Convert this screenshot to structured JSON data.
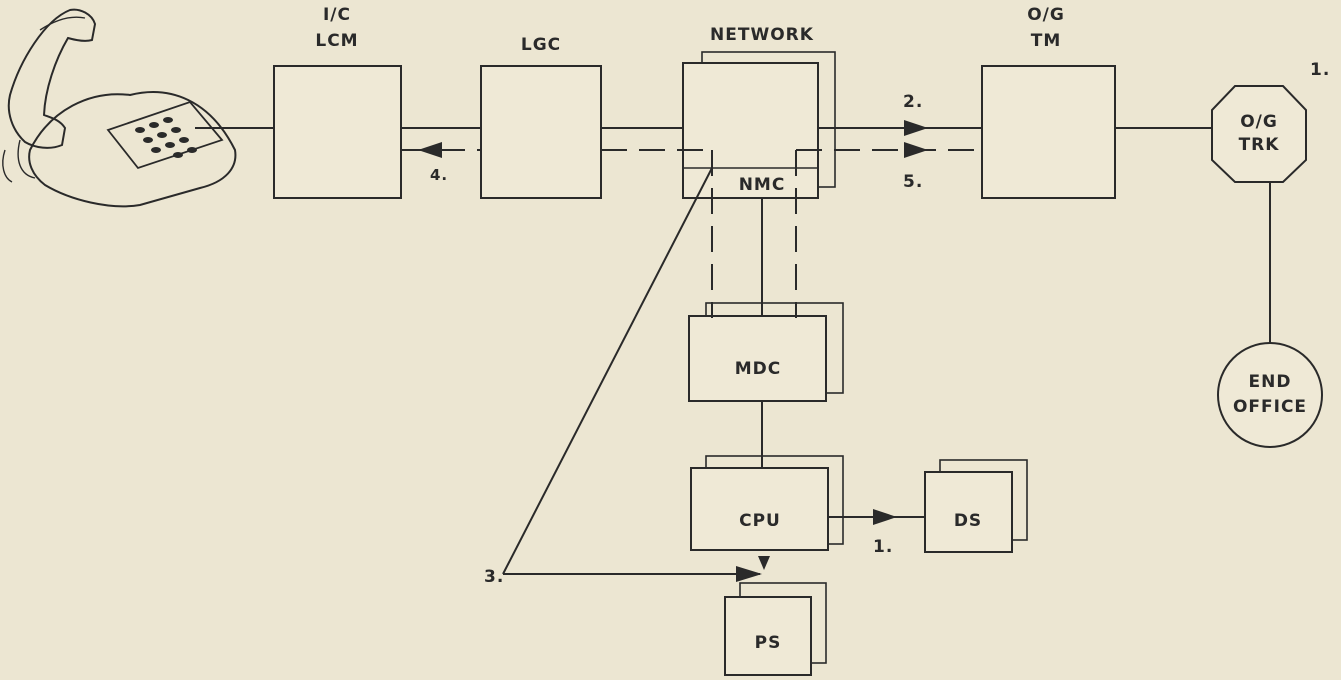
{
  "blocks": {
    "lcm_top": "I/C",
    "lcm_bottom": "LCM",
    "lgc": "LGC",
    "network": "NETWORK",
    "tm_top": "O/G",
    "tm_bottom": "TM",
    "nmc": "NMC",
    "mdc": "MDC",
    "cpu": "CPU",
    "ds": "DS",
    "ps": "PS",
    "trk_top": "O/G",
    "trk_bottom": "TRK",
    "end_top": "END",
    "end_bottom": "OFFICE"
  },
  "steps": {
    "s1_trk": "1.",
    "s1_ds": "1.",
    "s2": "2.",
    "s3": "3.",
    "s4": "4.",
    "s5": "5."
  },
  "colors": {
    "paper": "#ece6d2",
    "ink": "#2a2a2a"
  }
}
